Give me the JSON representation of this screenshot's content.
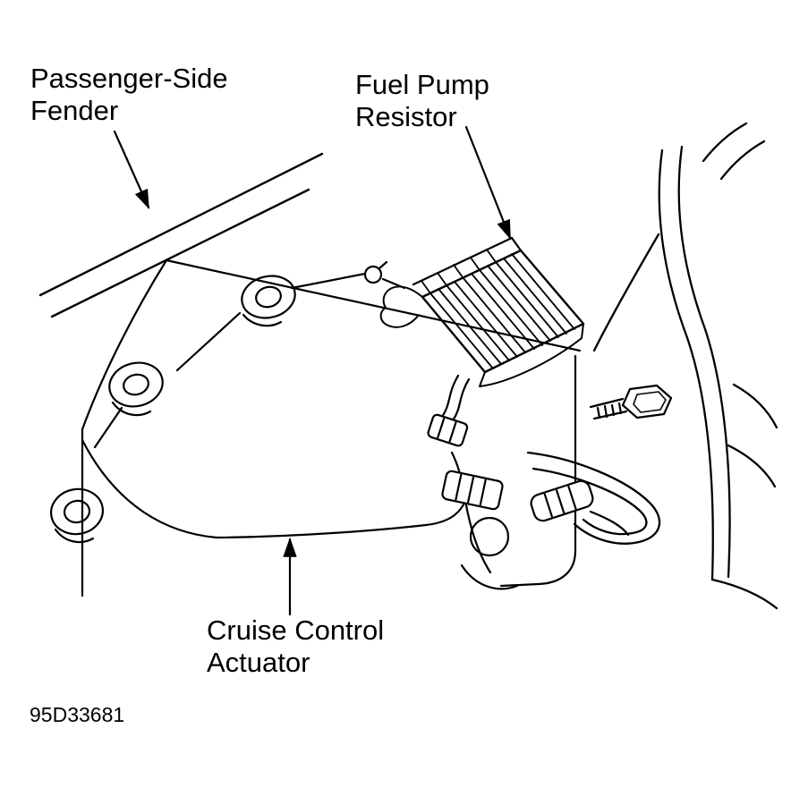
{
  "page": {
    "background_color": "#ffffff",
    "ink_color": "#000000"
  },
  "figure": {
    "code": "95D33681",
    "callouts": [
      {
        "name": "passenger-side-fender",
        "lines": [
          "Passenger-Side",
          "Fender"
        ],
        "arrow": "points down-right to fender panel lines"
      },
      {
        "name": "fuel-pump-resistor",
        "lines": [
          "Fuel Pump",
          "Resistor"
        ],
        "arrow": "points down to finned resistor component"
      },
      {
        "name": "cruise-control-actuator",
        "lines": [
          "Cruise Control",
          "Actuator"
        ],
        "arrow": "points up to actuator body"
      }
    ]
  }
}
